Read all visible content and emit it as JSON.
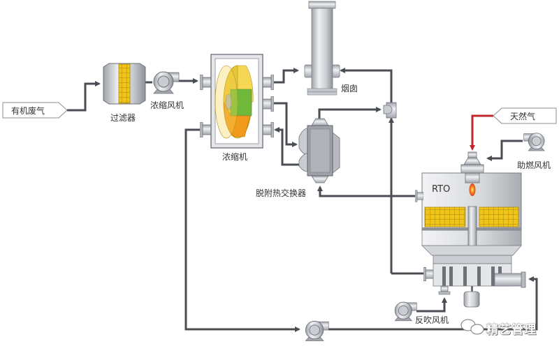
{
  "diagram": {
    "title": "",
    "colors": {
      "pipe": "#4a4e54",
      "natural_gas_pipe": "#c0282d",
      "equipment_metal": "#c9ccd1",
      "filter_media": "#f2c417",
      "rotor_yellow": "#f5d655",
      "rotor_green": "#6fb83a",
      "rotor_orange": "#f29a1c",
      "ceramic_media": "#f0c419",
      "flame": "#f07a1a"
    },
    "labels": {
      "waste_gas": "有机废气",
      "filter": "过滤器",
      "concentrator_fan": "浓缩风机",
      "concentrator": "浓缩机",
      "chimney": "烟囱",
      "desorption_heat_exchanger": "脱附热交换器",
      "natural_gas": "天然气",
      "combustion_fan": "助燃风机",
      "rto": "RTO",
      "backflush_fan": "反吹风机"
    },
    "watermark": {
      "icon": "wechat-icon",
      "text": "精艺管理"
    },
    "nodes": [
      {
        "id": "waste_gas",
        "label_key": "waste_gas",
        "type": "input-tag"
      },
      {
        "id": "filter",
        "label_key": "filter",
        "type": "filter"
      },
      {
        "id": "concentrator_fan",
        "label_key": "concentrator_fan",
        "type": "fan"
      },
      {
        "id": "concentrator",
        "label_key": "concentrator",
        "type": "rotor-concentrator"
      },
      {
        "id": "chimney",
        "label_key": "chimney",
        "type": "stack"
      },
      {
        "id": "desorption_heat_exchanger",
        "label_key": "desorption_heat_exchanger",
        "type": "heat-exchanger"
      },
      {
        "id": "mix_valve",
        "label_key": null,
        "type": "valve"
      },
      {
        "id": "natural_gas",
        "label_key": "natural_gas",
        "type": "input-tag"
      },
      {
        "id": "combustion_fan",
        "label_key": "combustion_fan",
        "type": "fan"
      },
      {
        "id": "rto",
        "label_key": "rto",
        "type": "rto"
      },
      {
        "id": "backflush_fan",
        "label_key": "backflush_fan",
        "type": "fan"
      },
      {
        "id": "return_fan",
        "label_key": null,
        "type": "fan"
      }
    ],
    "edges": [
      {
        "from": "waste_gas",
        "to": "filter"
      },
      {
        "from": "filter",
        "to": "concentrator_fan"
      },
      {
        "from": "concentrator_fan",
        "to": "concentrator"
      },
      {
        "from": "concentrator",
        "to": "chimney"
      },
      {
        "from": "concentrator",
        "to": "desorption_heat_exchanger"
      },
      {
        "from": "desorption_heat_exchanger",
        "to": "concentrator"
      },
      {
        "from": "desorption_heat_exchanger",
        "to": "mix_valve"
      },
      {
        "from": "mix_valve",
        "to": "chimney"
      },
      {
        "from": "rto",
        "to": "mix_valve"
      },
      {
        "from": "rto",
        "to": "desorption_heat_exchanger"
      },
      {
        "from": "natural_gas",
        "to": "rto"
      },
      {
        "from": "combustion_fan",
        "to": "rto"
      },
      {
        "from": "backflush_fan",
        "to": "rto"
      },
      {
        "from": "concentrator",
        "to": "return_fan"
      },
      {
        "from": "return_fan",
        "to": "rto"
      }
    ]
  }
}
